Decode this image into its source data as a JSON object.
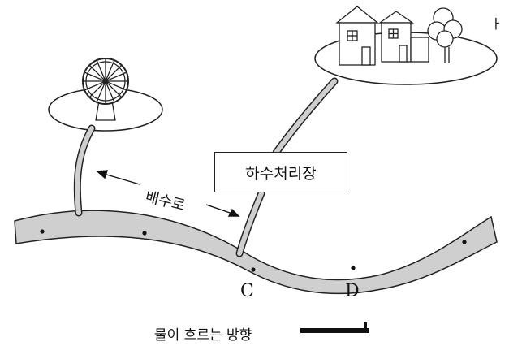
{
  "labels": {
    "treatment_plant": "하수처리장",
    "sewer_pipe": "배수로",
    "point_c": "C",
    "point_d": "D",
    "flow_direction": "물이 흐르는 방향",
    "corner_text": "ㅏ"
  },
  "colors": {
    "river_fill": "#cfcfcf",
    "outline": "#222222",
    "background": "#ffffff"
  },
  "icons": {
    "water_wheel": "water-wheel-icon",
    "houses": "houses-icon",
    "tree": "tree-icon",
    "flow_arrow": "flow-arrow-icon"
  }
}
